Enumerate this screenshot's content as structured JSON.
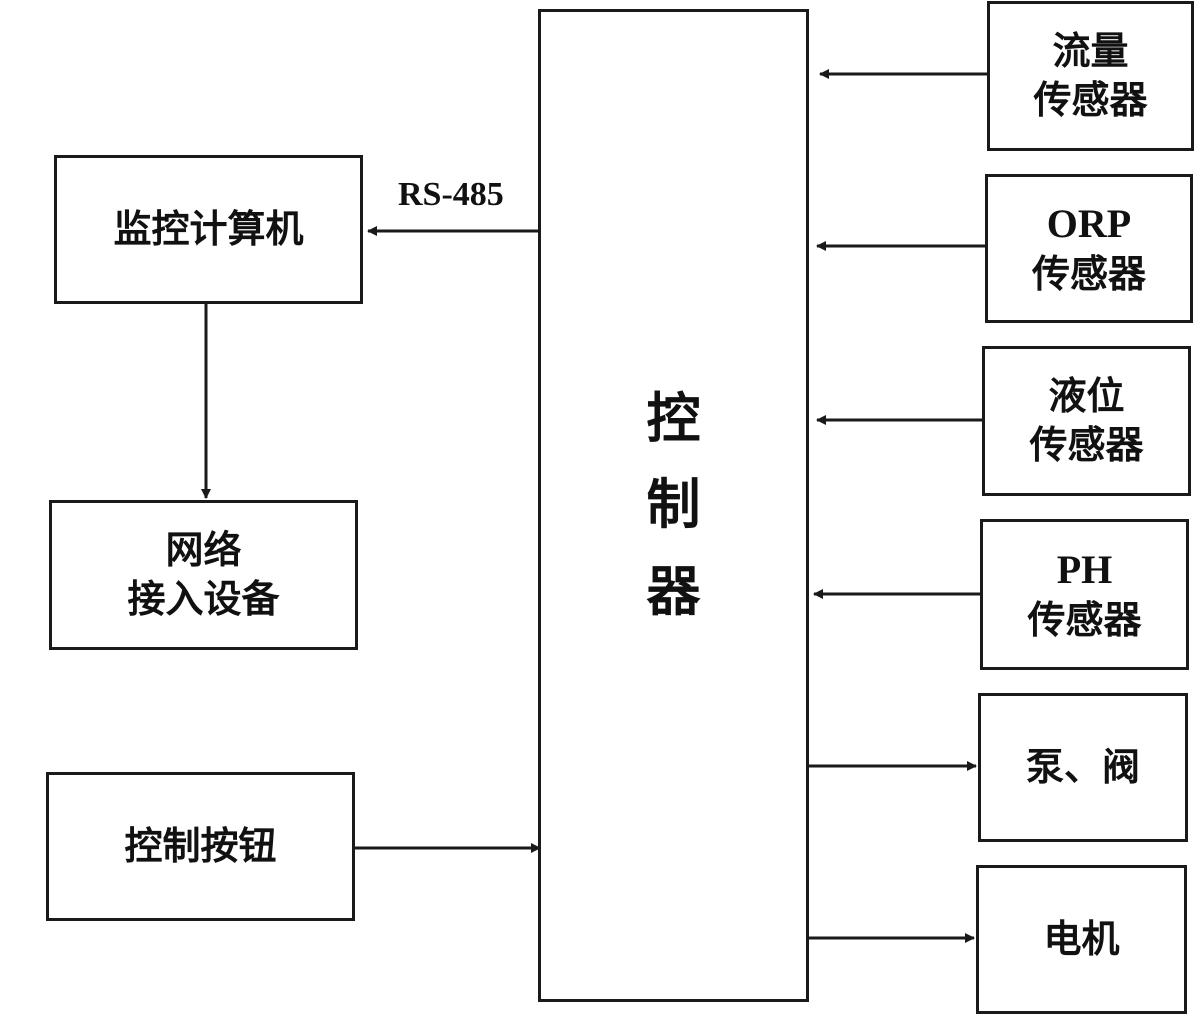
{
  "diagram": {
    "nodes": {
      "monitor_pc": {
        "lines": [
          "监控计算机"
        ]
      },
      "network_device": {
        "lines": [
          "网络",
          "接入设备"
        ]
      },
      "control_buttons": {
        "lines": [
          "控制按钮"
        ]
      },
      "controller": {
        "lines": [
          "控",
          "制",
          "器"
        ]
      },
      "flow_sensor": {
        "lines": [
          "流量",
          "传感器"
        ]
      },
      "orp_sensor": {
        "lines": [
          "ORP",
          "传感器"
        ]
      },
      "level_sensor": {
        "lines": [
          "液位",
          "传感器"
        ]
      },
      "ph_sensor": {
        "lines": [
          "PH",
          "传感器"
        ]
      },
      "pump_valve": {
        "lines": [
          "泵、阀"
        ]
      },
      "motor": {
        "lines": [
          "电机"
        ]
      }
    },
    "edges": [
      {
        "from": "controller",
        "to": "monitor_pc",
        "label": "RS-485"
      },
      {
        "from": "monitor_pc",
        "to": "network_device"
      },
      {
        "from": "control_buttons",
        "to": "controller"
      },
      {
        "from": "flow_sensor",
        "to": "controller"
      },
      {
        "from": "orp_sensor",
        "to": "controller"
      },
      {
        "from": "level_sensor",
        "to": "controller"
      },
      {
        "from": "ph_sensor",
        "to": "controller"
      },
      {
        "from": "controller",
        "to": "pump_valve"
      },
      {
        "from": "controller",
        "to": "motor"
      }
    ],
    "colors": {
      "stroke": "#1a1a1a",
      "background": "#ffffff",
      "text": "#111111"
    }
  }
}
